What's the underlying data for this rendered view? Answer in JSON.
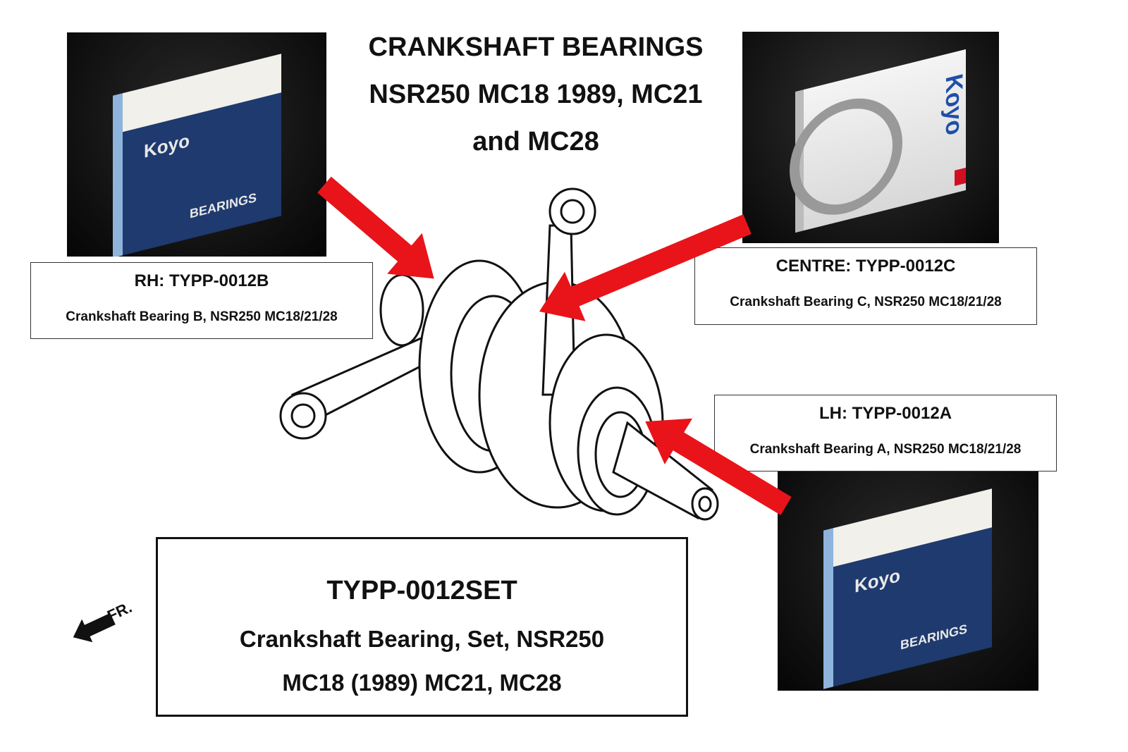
{
  "title": {
    "line1": "CRANKSHAFT BEARINGS",
    "line2": "NSR250 MC18 1989, MC21",
    "line3": "and MC28"
  },
  "labels": {
    "rh": {
      "code": "RH: TYPP-0012B",
      "desc": "Crankshaft Bearing B, NSR250 MC18/21/28"
    },
    "centre": {
      "code": "CENTRE: TYPP-0012C",
      "desc": "Crankshaft Bearing C, NSR250 MC18/21/28"
    },
    "lh": {
      "code": "LH: TYPP-0012A",
      "desc": "Crankshaft Bearing A, NSR250 MC18/21/28"
    }
  },
  "set": {
    "code": "TYPP-0012SET",
    "line1": "Crankshaft Bearing, Set, NSR250",
    "line2": "MC18 (1989) MC21, MC28"
  },
  "front_marker": "FR.",
  "photos": {
    "brand": "Koyo",
    "product": "BEARINGS"
  },
  "colors": {
    "arrow": "#e8141a",
    "box_blue": "#1e3a6e"
  }
}
